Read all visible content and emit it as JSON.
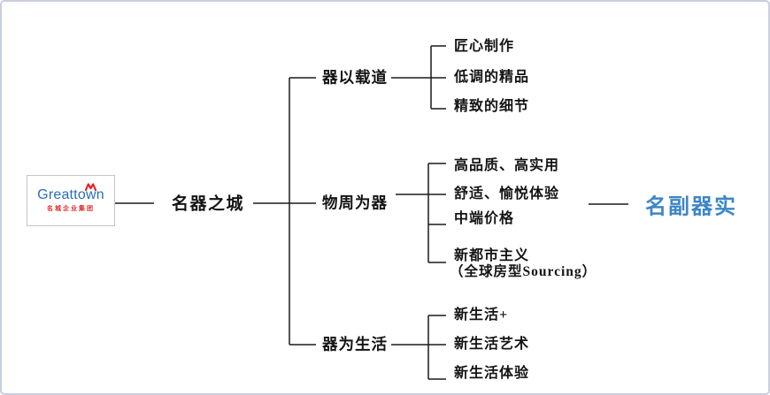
{
  "colors": {
    "accent_blue": "#3d86c6",
    "logo_blue": "#2a6db5",
    "logo_red": "#e02525",
    "line_black": "#1a1a1a",
    "frame_border": "#c8cde0"
  },
  "logo": {
    "brand_part1": "Greatto",
    "brand_part2": "w",
    "brand_part3": "n",
    "subtitle": "名城企业集团"
  },
  "root": {
    "label": "名器之城"
  },
  "branches": [
    {
      "label": "器以载道",
      "children": [
        "匠心制作",
        "低调的精品",
        "精致的细节"
      ]
    },
    {
      "label": "物周为器",
      "children": [
        "高品质、高实用",
        "舒适、愉悦体验",
        "中端价格",
        "新都市主义",
        "（全球房型Sourcing）"
      ]
    },
    {
      "label": "器为生活",
      "children": [
        "新生活+",
        "新生活艺术",
        "新生活体验"
      ]
    }
  ],
  "result": {
    "label": "名副器实"
  }
}
